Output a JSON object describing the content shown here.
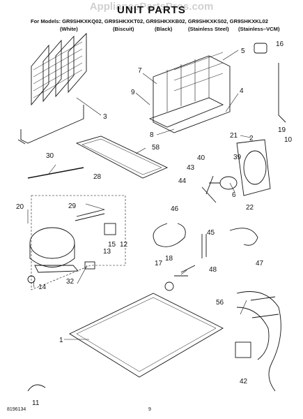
{
  "watermark": "AppliancePartsPros.com",
  "title": "UNIT PARTS",
  "models_line": "For Models: GR9SHKXKQ02, GR9SHKXKT02, GR9SHKXKB02, GR9SHKXKS02, GR9SHKXKL02",
  "variants": [
    "(White)",
    "(Biscuit)",
    "(Black)",
    "(Stainless Steel)",
    "(Stainless–VCM)"
  ],
  "callouts": [
    "1",
    "2",
    "3",
    "4",
    "5",
    "6",
    "7",
    "8",
    "9",
    "10",
    "11",
    "12",
    "13",
    "14",
    "15",
    "16",
    "17",
    "18",
    "19",
    "20",
    "21",
    "22",
    "28",
    "29",
    "30",
    "32",
    "39",
    "40",
    "42",
    "43",
    "44",
    "45",
    "46",
    "47",
    "48",
    "56",
    "58"
  ],
  "footer": {
    "doc_number": "8196134",
    "page": "9"
  },
  "colors": {
    "line": "#111111",
    "watermark": "#9a9a9a"
  }
}
